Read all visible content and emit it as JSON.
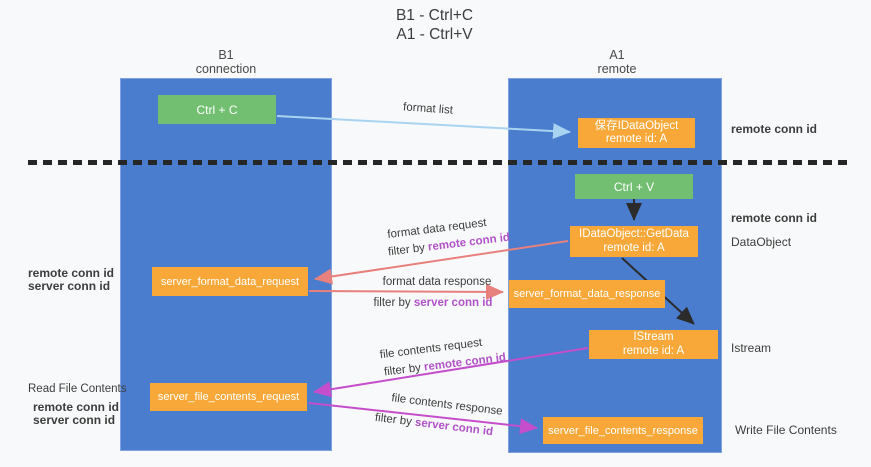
{
  "title": {
    "line1": "B1 - Ctrl+C",
    "line2": "A1 - Ctrl+V"
  },
  "lifelines": {
    "left": {
      "title": "B1",
      "subtitle": "connection"
    },
    "right": {
      "title": "A1",
      "subtitle": "remote"
    }
  },
  "boxes": {
    "ctrl_c": {
      "label": "Ctrl + C"
    },
    "ctrl_v": {
      "label": "Ctrl + V"
    },
    "save_dataobject": {
      "line1": "保存IDataObject",
      "line2": "remote id: A"
    },
    "getdata": {
      "line1": "IDataObject::GetData",
      "line2": "remote id: A"
    },
    "istream": {
      "line1": "IStream",
      "line2": "remote id: A"
    },
    "format_request": {
      "label": "server_format_data_request"
    },
    "format_response": {
      "label": "server_format_data_response"
    },
    "file_request": {
      "label": "server_file_contents_request"
    },
    "file_response": {
      "label": "server_file_contents_response"
    }
  },
  "arrows": {
    "format_list": {
      "label": "format list"
    },
    "format_data_request": {
      "label": "format data request",
      "filter_prefix": "filter by ",
      "filter_key": "remote conn id"
    },
    "format_data_response": {
      "label": "format data response",
      "filter_prefix": "filter by ",
      "filter_key": "server conn id"
    },
    "file_contents_request": {
      "label": "file contents request",
      "filter_prefix": "filter by ",
      "filter_key": "remote conn id"
    },
    "file_contents_response": {
      "label": "file contents response",
      "filter_prefix": "filter by ",
      "filter_key": "server conn id"
    }
  },
  "annotations": {
    "right_top_remote_conn_id": "remote conn id",
    "right_mid_remote_conn_id": "remote conn id",
    "dataobject": "DataObject",
    "istream": "Istream",
    "write_file_contents": "Write File Contents",
    "left_mid_remote_conn_id": "remote conn id",
    "left_mid_server_conn_id": "server conn id",
    "read_file_contents": "Read File Contents",
    "left_bottom_remote_conn_id": "remote conn id",
    "left_bottom_server_conn_id": "server conn id"
  },
  "colors": {
    "lifeline_blue": "#4a7dce",
    "box_green": "#72bf72",
    "box_orange": "#f7a839",
    "arrow_light_blue": "#a8d4f2",
    "arrow_salmon": "#e8807d",
    "arrow_magenta": "#c44ecb",
    "arrow_black": "#2b2b2b",
    "text_purple": "#b052c7",
    "text_green": "#5fbb63",
    "text_dark": "#3d3d3d"
  }
}
